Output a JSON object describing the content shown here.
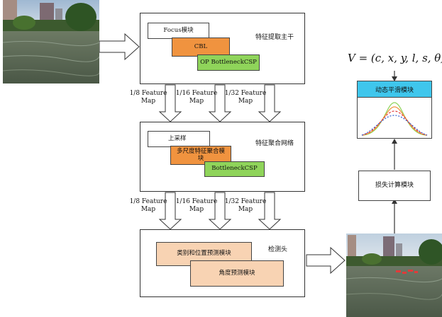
{
  "backbone": {
    "title": "特征提取主干",
    "focus_label": "Focus模块",
    "cbl_label": "CBL",
    "op_csp_label": "OP BottleneckCSP"
  },
  "neck": {
    "title": "特征聚合网络",
    "upsample_label": "上采样",
    "multiscale_label": "多尺度特征聚合模块",
    "csp_label": "BottleneckCSP"
  },
  "head": {
    "title": "检测头",
    "class_pos_label": "类别和位置预测模块",
    "angle_label": "角度预测模块"
  },
  "feature_maps_top": [
    {
      "line1": "1/8 Feature",
      "line2": "Map"
    },
    {
      "line1": "1/16 Feature",
      "line2": "Map"
    },
    {
      "line1": "1/32 Feature",
      "line2": "Map"
    }
  ],
  "feature_maps_bottom": [
    {
      "line1": "1/8 Feature",
      "line2": "Map"
    },
    {
      "line1": "1/16 Feature",
      "line2": "Map"
    },
    {
      "line1": "1/32 Feature",
      "line2": "Map"
    }
  ],
  "formula": "V = (c, x, y, l, s, θ)",
  "smoothing_module": "动态平滑模块",
  "loss_module": "损失计算模块",
  "colors": {
    "orange": "#f0933f",
    "green": "#8fd45a",
    "peach": "#f8d3b3",
    "cyan": "#3fc6ec"
  }
}
